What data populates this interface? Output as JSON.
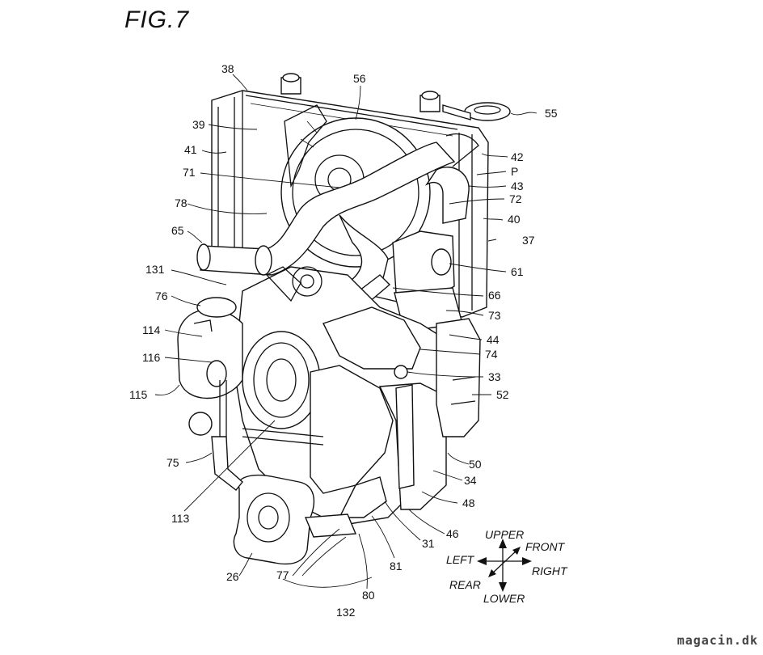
{
  "figure": {
    "title": "FIG.7"
  },
  "watermark": "magacin.dk",
  "reference_numerals": {
    "n38": "38",
    "n56": "56",
    "n55": "55",
    "n39": "39",
    "n41": "41",
    "n42": "42",
    "nP": "P",
    "n43": "43",
    "n71": "71",
    "n72": "72",
    "n78": "78",
    "n40": "40",
    "n37": "37",
    "n65": "65",
    "n61": "61",
    "n131": "131",
    "n66": "66",
    "n76": "76",
    "n73": "73",
    "n114": "114",
    "n44": "44",
    "n116": "116",
    "n74": "74",
    "n33": "33",
    "n115": "115",
    "n52": "52",
    "n50": "50",
    "n75": "75",
    "n34": "34",
    "n113": "113",
    "n48": "48",
    "n46": "46",
    "n31": "31",
    "n26": "26",
    "n81": "81",
    "n77": "77",
    "n80": "80",
    "n132": "132"
  },
  "direction_indicator": {
    "upper": "UPPER",
    "front": "FRONT",
    "left": "LEFT",
    "right": "RIGHT",
    "rear": "REAR",
    "lower": "LOWER"
  }
}
